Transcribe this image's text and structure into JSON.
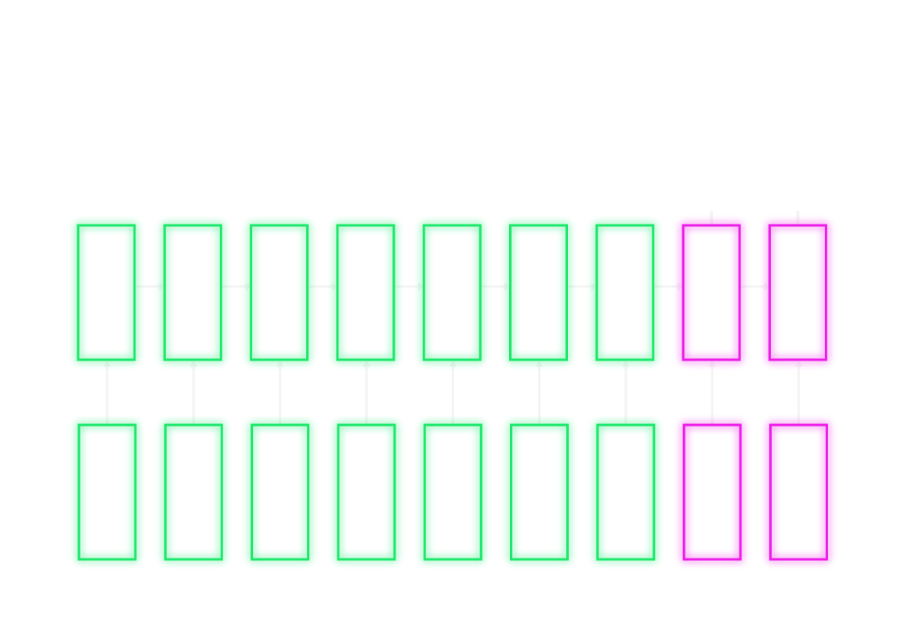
{
  "diagram": {
    "type": "sequence-model",
    "steps": [
      {
        "kind": "input"
      },
      {
        "kind": "input"
      },
      {
        "kind": "input"
      },
      {
        "kind": "input"
      },
      {
        "kind": "input"
      },
      {
        "kind": "input"
      },
      {
        "kind": "input"
      },
      {
        "kind": "output"
      },
      {
        "kind": "output"
      }
    ],
    "colors": {
      "input": "#1ee86c",
      "output": "#ee1ee8",
      "arrow": "#f4f4f4",
      "glow_input": "#7ff2a8",
      "glow_output": "#f48ef0"
    }
  }
}
